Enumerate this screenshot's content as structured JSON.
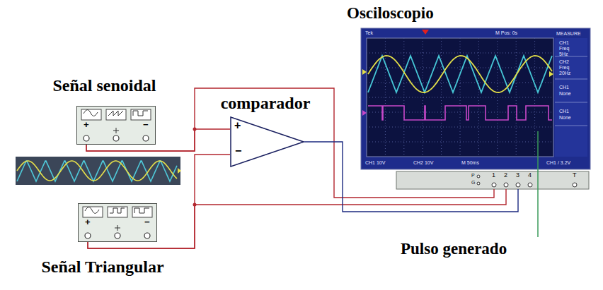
{
  "diagram": {
    "nodes": [
      {
        "text": [
          "Señal senoidal",
          "+",
          "−"
        ]
      },
      {
        "text": [
          "comparador",
          "+",
          "−"
        ]
      },
      {
        "text": [
          "Señal Triangular",
          "+",
          "−"
        ]
      },
      {
        "text": [
          "Osciloscopio"
        ]
      }
    ],
    "edges": [
      {
        "from": 0,
        "to": 1,
        "arrow": "none"
      },
      {
        "from": 0,
        "to": 3,
        "arrow": "none"
      },
      {
        "from": 2,
        "to": 1,
        "arrow": "none"
      },
      {
        "from": 2,
        "to": 3,
        "arrow": "none"
      },
      {
        "from": 1,
        "to": 3,
        "arrow": "none"
      }
    ],
    "labels": [
      "Tek",
      "M Pos: 0s",
      "MEASURE",
      "CH1",
      "Freq",
      "5Hz",
      "CH2",
      "Freq",
      "20Hz",
      "CH1",
      "None",
      "CH1",
      "None",
      "CH1 10V",
      "CH2 10V",
      "M 50ms",
      "CH1 / 3.2V",
      "P",
      "G",
      "1",
      "2",
      "3",
      "4",
      "T",
      "Pulso generado"
    ]
  }
}
